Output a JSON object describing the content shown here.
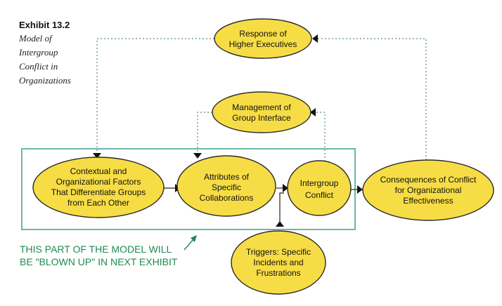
{
  "caption": {
    "label": "Exhibit 13.2",
    "title_lines": [
      "Model of",
      "Intergroup",
      "Conflict in",
      "Organizations"
    ]
  },
  "nodes": [
    {
      "id": "response",
      "lines": [
        "Response of",
        "Higher Executives"
      ]
    },
    {
      "id": "management",
      "lines": [
        "Management of",
        "Group Interface"
      ]
    },
    {
      "id": "contextual",
      "lines": [
        "Contextual and",
        "Organizational Factors",
        "That Differentiate Groups",
        "from Each Other"
      ]
    },
    {
      "id": "attributes",
      "lines": [
        "Attributes of",
        "Specific",
        "Collaborations"
      ]
    },
    {
      "id": "intergroup",
      "lines": [
        "Intergroup",
        "Conflict"
      ]
    },
    {
      "id": "consequences",
      "lines": [
        "Consequences of Conflict",
        "for Organizational",
        "Effectiveness"
      ]
    },
    {
      "id": "triggers",
      "lines": [
        "Triggers: Specific",
        "Incidents and",
        "Frustrations"
      ]
    }
  ],
  "note": {
    "lines": [
      "THIS PART OF THE MODEL WILL",
      "BE \"BLOWN UP\" IN NEXT EXHIBIT"
    ]
  },
  "colors": {
    "node_fill": "#f7dd45",
    "node_stroke": "#2a2a2a",
    "box_stroke": "#6ab7a6",
    "dotted_line": "#5a8f72",
    "note_text": "#1f8a52"
  }
}
